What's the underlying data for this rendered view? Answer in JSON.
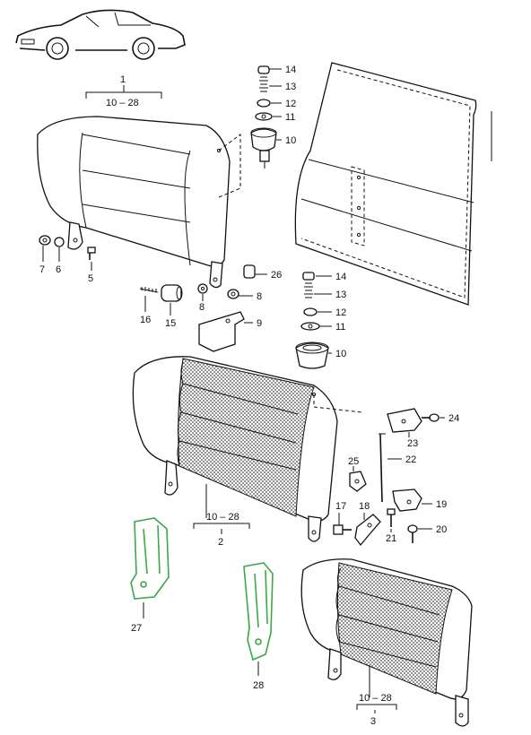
{
  "callouts": {
    "c1": "1",
    "c10_28_a": "10 – 28",
    "c2": "2",
    "c10_28_b": "10 – 28",
    "c3": "3",
    "c10_28_c": "10 – 28",
    "c14a": "14",
    "c13a": "13",
    "c12a": "12",
    "c11a": "11",
    "c10a": "10",
    "c14b": "14",
    "c13b": "13",
    "c12b": "12",
    "c11b": "11",
    "c10b": "10",
    "c7": "7",
    "c6": "6",
    "c5": "5",
    "c26": "26",
    "c8a": "8",
    "c8b": "8",
    "c9": "9",
    "c16": "16",
    "c15": "15",
    "c24": "24",
    "c23": "23",
    "c22": "22",
    "c25": "25",
    "c19": "19",
    "c20": "20",
    "c21": "21",
    "c18": "18",
    "c17": "17",
    "c27": "27",
    "c28": "28"
  },
  "colors": {
    "highlight": "#3aa845",
    "ink": "#111111"
  },
  "icons": {
    "car": "porsche-911-coupe-icon"
  }
}
